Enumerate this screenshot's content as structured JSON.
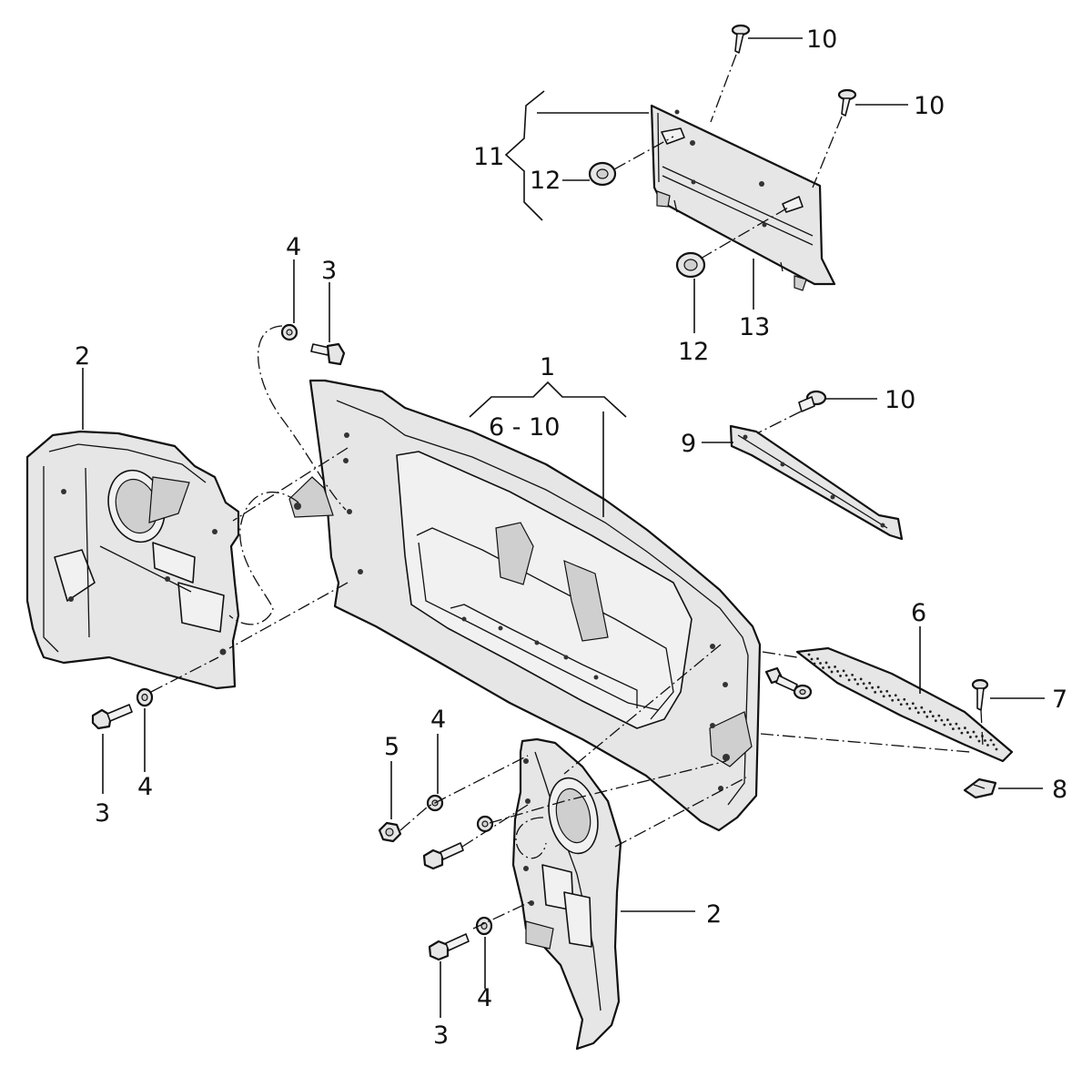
{
  "diagram": {
    "callouts": {
      "c10a": "10",
      "c10b": "10",
      "c11": "11",
      "c12a": "12",
      "c12b": "12",
      "c13": "13",
      "c4a": "4",
      "c3a": "3",
      "c2a": "2",
      "c1": "1",
      "c1range": "6 - 10",
      "c10c": "10",
      "c9": "9",
      "c6": "6",
      "c7": "7",
      "c8": "8",
      "c3b": "3",
      "c4b": "4",
      "c5": "5",
      "c4c": "4",
      "c2b": "2",
      "c4d": "4",
      "c3c": "3"
    }
  }
}
